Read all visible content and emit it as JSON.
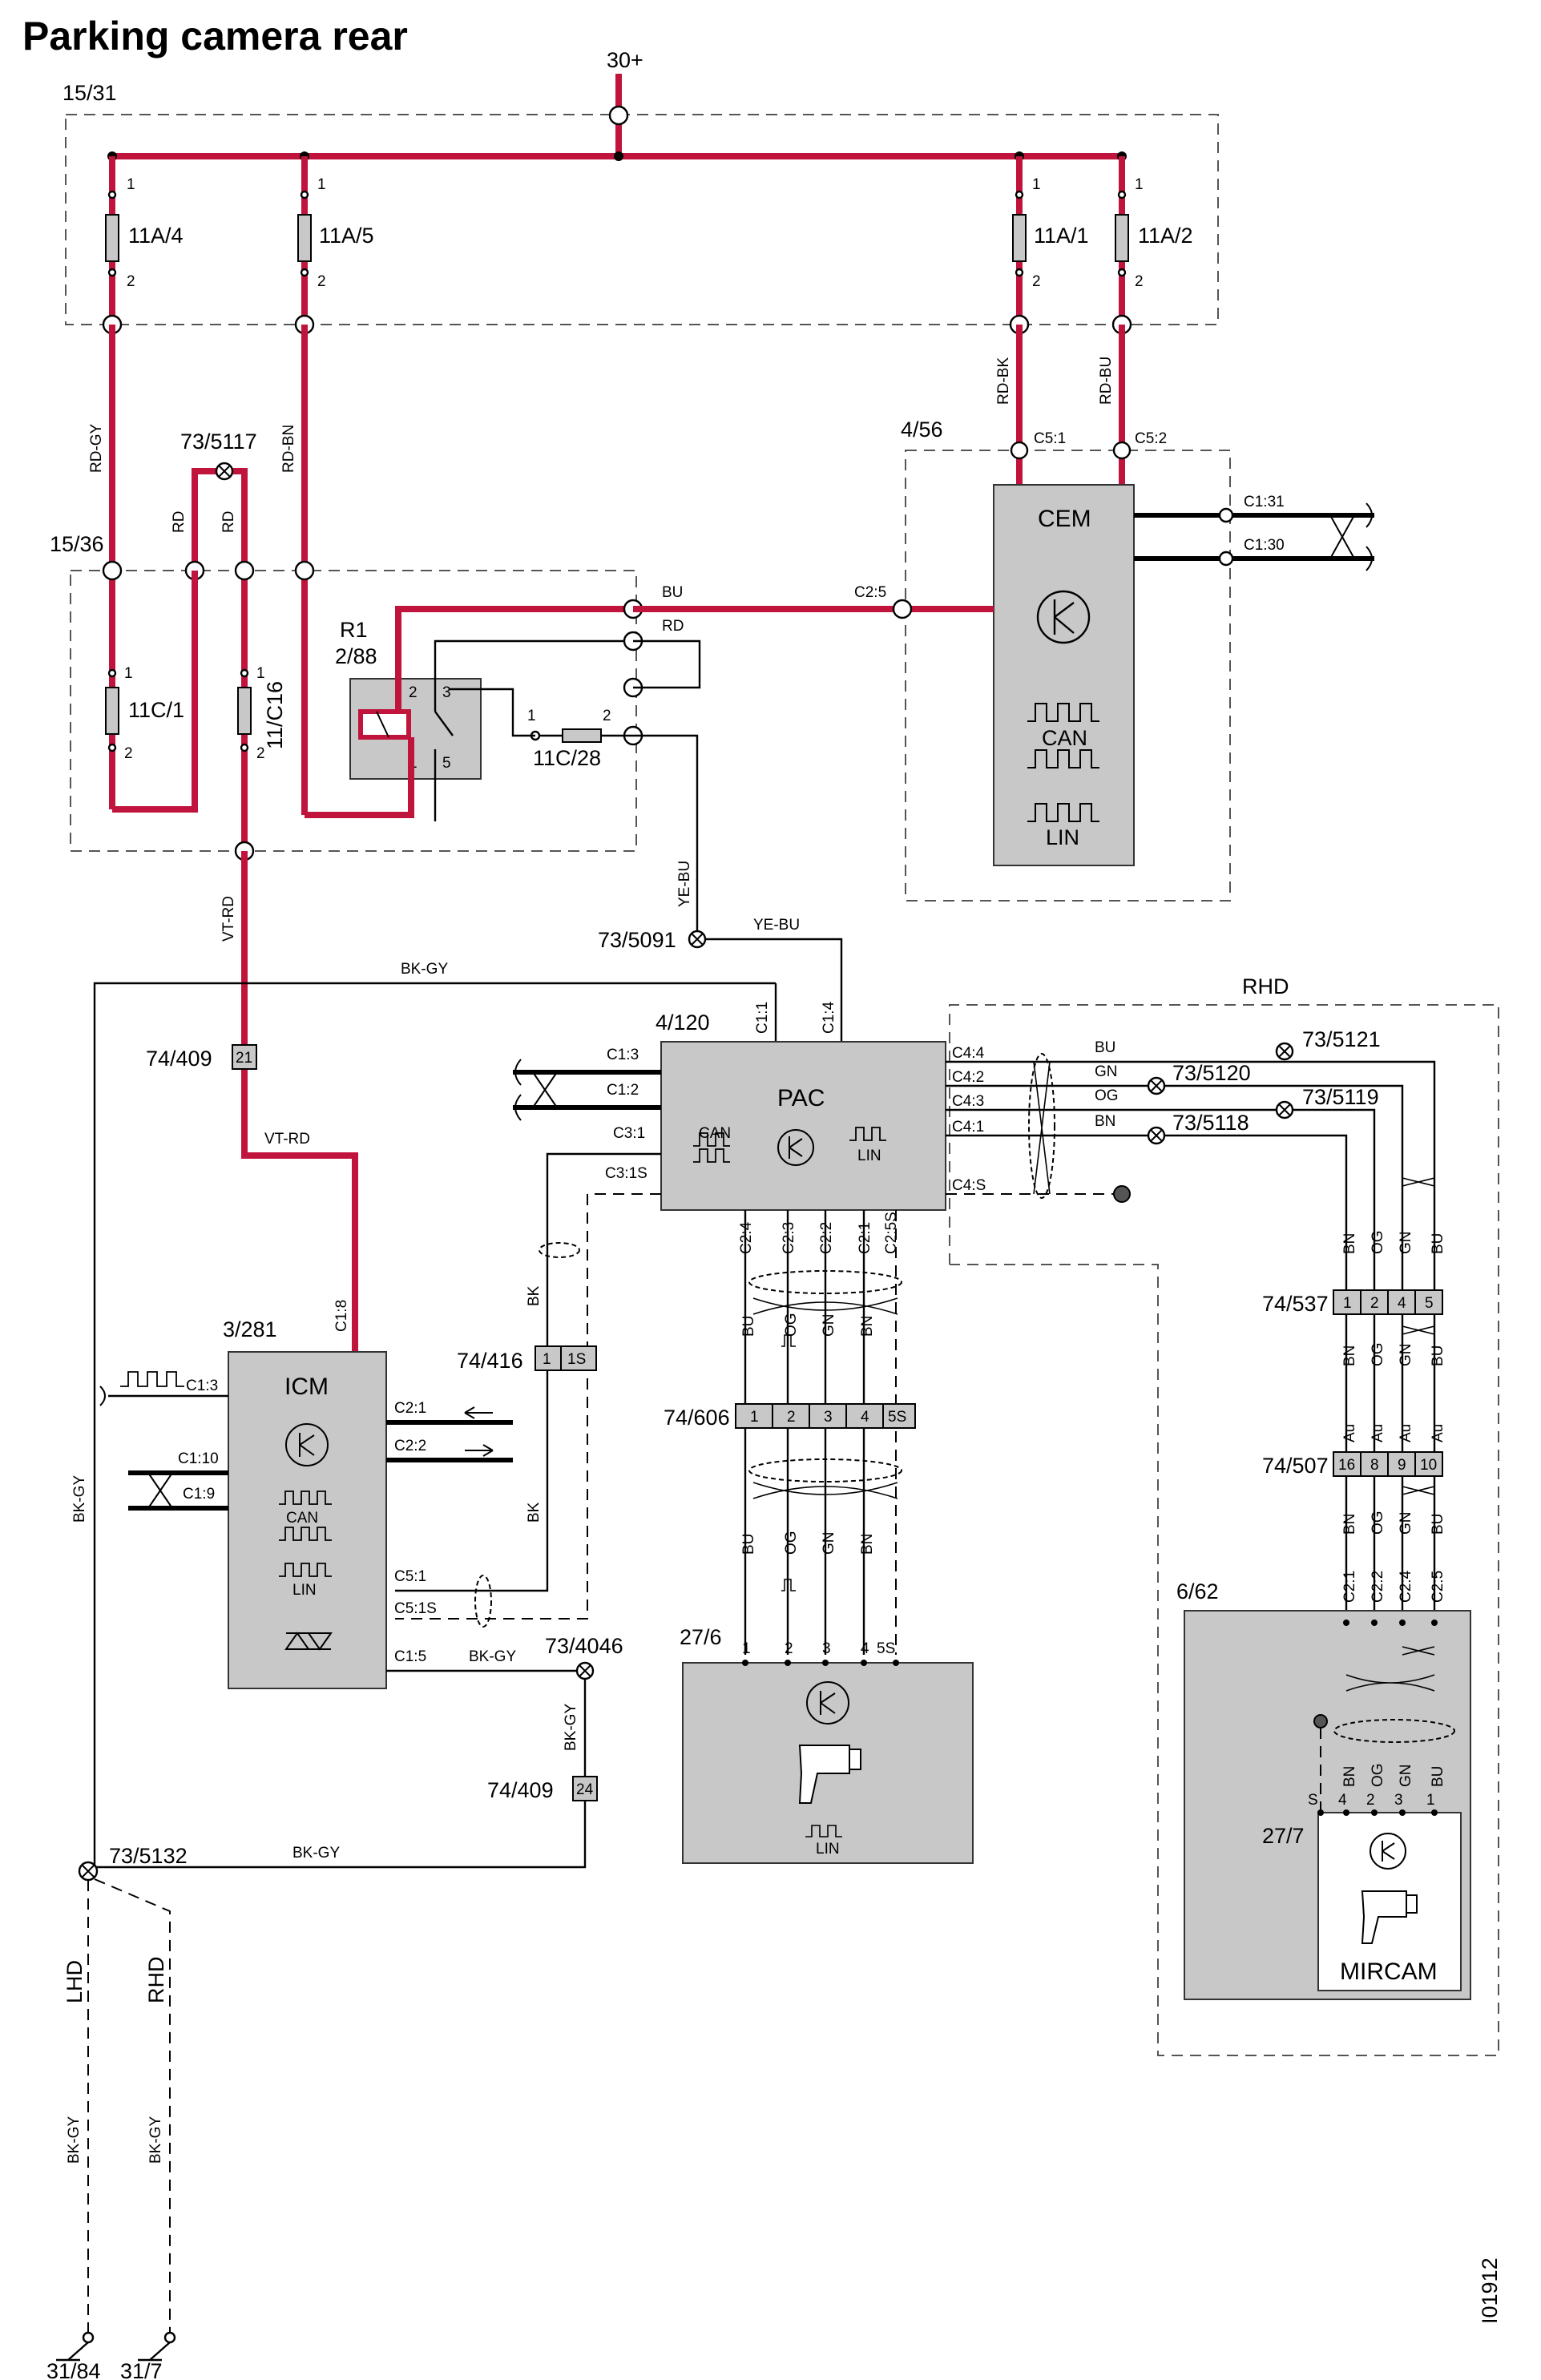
{
  "title": "Parking camera rear",
  "doc_id": "I01912",
  "supply": "30+",
  "enclosures": {
    "fuse_box_top": "15/31",
    "fuse_box_mid": "15/36",
    "cem_box": "4/56",
    "rhd_box": "RHD"
  },
  "fuses": {
    "f1": "11A/4",
    "f2": "11A/5",
    "f3": "11A/1",
    "f4": "11A/2",
    "f5": "11C/1",
    "f6": "11/C16",
    "f7": "11C/28"
  },
  "pins": {
    "p1": "1",
    "p2": "2",
    "p3": "3",
    "p5": "5"
  },
  "relay": {
    "name": "R1",
    "id": "2/88"
  },
  "modules": {
    "cem": {
      "name": "CEM",
      "can": "CAN",
      "lin": "LIN"
    },
    "pac": {
      "id": "4/120",
      "name": "PAC",
      "can": "CAN",
      "lin": "LIN"
    },
    "icm": {
      "id": "3/281",
      "name": "ICM",
      "can": "CAN",
      "lin": "LIN"
    },
    "cam": {
      "id": "27/6",
      "lin": "LIN"
    },
    "mirror_box": {
      "id": "6/62"
    },
    "mircam": {
      "id": "27/7",
      "name": "MIRCAM"
    }
  },
  "splices": {
    "s1": "73/5117",
    "s2": "73/5091",
    "s3": "73/5121",
    "s4": "73/5120",
    "s5": "73/5119",
    "s6": "73/5118",
    "s7": "73/4046",
    "s8": "73/5132"
  },
  "connectors": {
    "c409": "74/409",
    "c409_pin_a": "21",
    "c409_pin_b": "24",
    "c416": "74/416",
    "c416_pins": [
      "1",
      "1S"
    ],
    "c606": "74/606",
    "c606_pins": [
      "1",
      "2",
      "3",
      "4",
      "5S"
    ],
    "c537": "74/537",
    "c537_pins": [
      "1",
      "2",
      "4",
      "5"
    ],
    "c507": "74/507",
    "c507_pins": [
      "16",
      "8",
      "9",
      "10"
    ]
  },
  "wire_colors": {
    "rd_gy": "RD-GY",
    "rd_bn": "RD-BN",
    "rd_bk": "RD-BK",
    "rd_bu": "RD-BU",
    "rd": "RD",
    "bu": "BU",
    "ye_bu": "YE-BU",
    "vt_rd": "VT-RD",
    "bk_gy": "BK-GY",
    "bk": "BK",
    "gn": "GN",
    "og": "OG",
    "bn": "BN",
    "au": "Au"
  },
  "cem_pins": {
    "c5_1": "C5:1",
    "c5_2": "C5:2",
    "c1_31": "C1:31",
    "c1_30": "C1:30",
    "c2_5": "C2:5"
  },
  "pac_pins": {
    "c1_1": "C1:1",
    "c1_4": "C1:4",
    "c1_3": "C1:3",
    "c1_2": "C1:2",
    "c3_1": "C3:1",
    "c3_1s": "C3:1S",
    "c4_4": "C4:4",
    "c4_2": "C4:2",
    "c4_3": "C4:3",
    "c4_1": "C4:1",
    "c4_s": "C4:S",
    "c2_4": "C2:4",
    "c2_3": "C2:3",
    "c2_2": "C2:2",
    "c2_1": "C2:1",
    "c2_5s": "C2:5S"
  },
  "icm_pins": {
    "c1_8": "C1:8",
    "c1_3": "C1:3",
    "c1_10": "C1:10",
    "c1_9": "C1:9",
    "c2_1": "C2:1",
    "c2_2": "C2:2",
    "c5_1": "C5:1",
    "c5_1s": "C5:1S",
    "c1_5": "C1:5"
  },
  "cam_pins": [
    "1",
    "2",
    "3",
    "4",
    "5S"
  ],
  "mircam_box_pins": [
    "C2:1",
    "C2:2",
    "C2:4",
    "C2:5"
  ],
  "mircam_pins": [
    "S",
    "4",
    "2",
    "3",
    "1"
  ],
  "grounds": {
    "lhd": "LHD",
    "rhd": "RHD",
    "g1": "31/84",
    "g2": "31/7"
  }
}
